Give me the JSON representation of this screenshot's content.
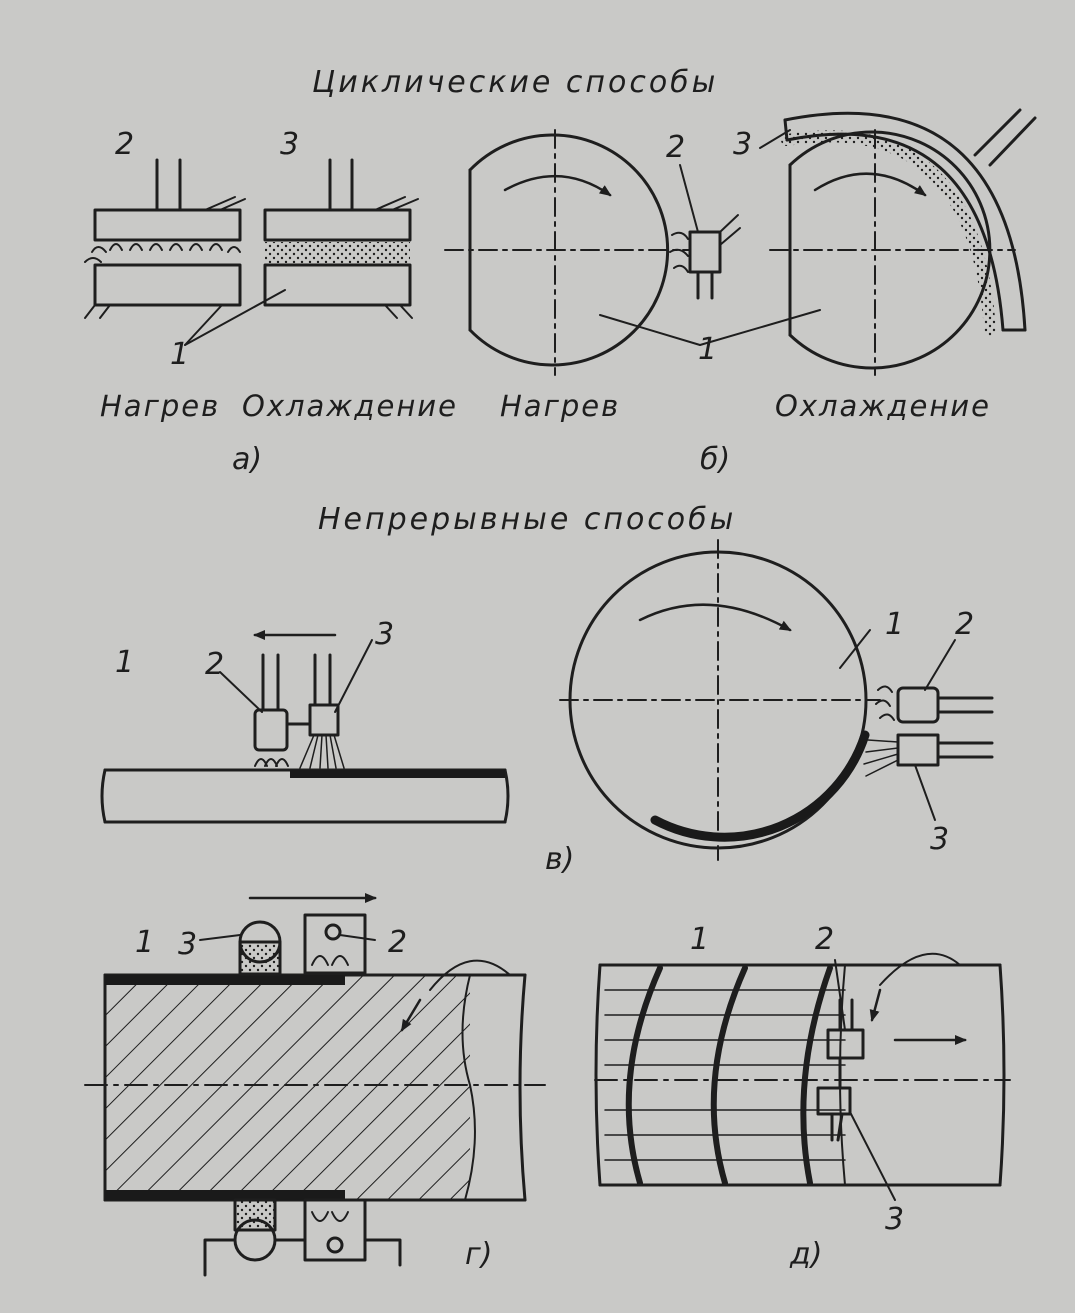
{
  "headings": {
    "cyclic": "Циклические способы",
    "continuous": "Непрерывные способы"
  },
  "captions": {
    "a_heat": "Нагрев",
    "a_cool": "Охлаждение",
    "b_heat": "Нагрев",
    "b_cool": "Охлаждение"
  },
  "sublabels": {
    "a": "а)",
    "b": "б)",
    "v": "в)",
    "g": "г)",
    "d": "д)"
  },
  "numbers": {
    "workpiece": "1",
    "heater": "2",
    "cooler": "3"
  },
  "colors": {
    "paper": "#c9c9c7",
    "ink": "#1e1e1e",
    "hardened_layer": "#1a1a1a"
  }
}
